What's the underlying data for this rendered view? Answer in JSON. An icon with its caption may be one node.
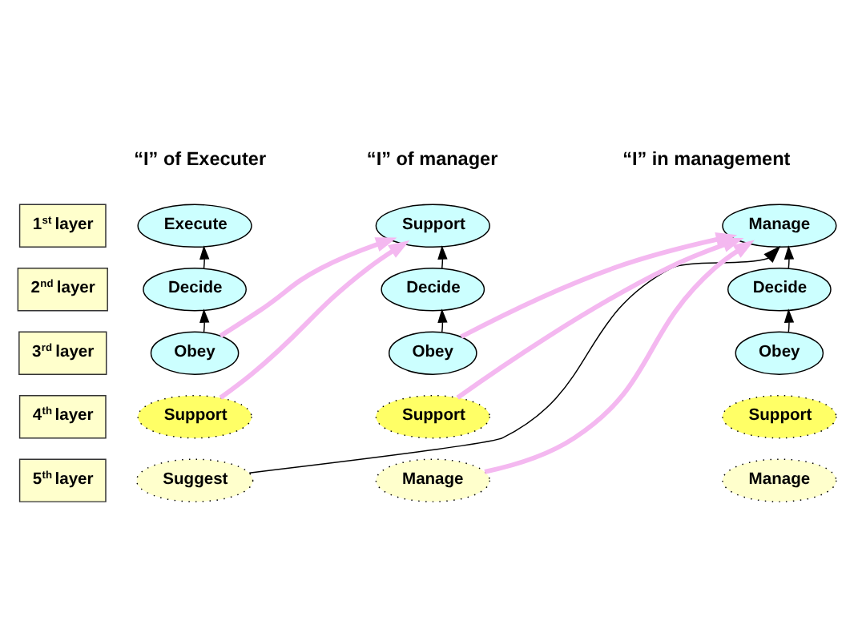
{
  "diagram": {
    "nodes": [
      {
        "text": [
          "1$^{st}$ layer"
        ]
      },
      {
        "text": [
          "2$^{nd}$ layer"
        ]
      },
      {
        "text": [
          "3$^{rd}$ layer"
        ]
      },
      {
        "text": [
          "4$^{th}$ layer"
        ]
      },
      {
        "text": [
          "5$^{th}$ layer"
        ]
      },
      {
        "text": [
          "Execute"
        ]
      },
      {
        "text": [
          "Decide"
        ]
      },
      {
        "text": [
          "Obey"
        ]
      },
      {
        "text": [
          "Support"
        ]
      },
      {
        "text": [
          "Suggest"
        ]
      },
      {
        "text": [
          "Support"
        ]
      },
      {
        "text": [
          "Decide"
        ]
      },
      {
        "text": [
          "Obey"
        ]
      },
      {
        "text": [
          "Support"
        ]
      },
      {
        "text": [
          "Manage"
        ]
      },
      {
        "text": [
          "Manage"
        ]
      },
      {
        "text": [
          "Decide"
        ]
      },
      {
        "text": [
          "Obey"
        ]
      },
      {
        "text": [
          "Support"
        ]
      },
      {
        "text": [
          "Manage"
        ]
      }
    ],
    "edges": [
      {
        "from": 6,
        "to": 5,
        "arrow": "to"
      },
      {
        "from": 7,
        "to": 6,
        "arrow": "to"
      },
      {
        "from": 7,
        "to": 10,
        "arrow": "to",
        "style": "thick",
        "color": "#f4b8f0"
      },
      {
        "from": 8,
        "to": 10,
        "arrow": "to",
        "style": "thick",
        "color": "#f4b8f0"
      },
      {
        "from": 11,
        "to": 10,
        "arrow": "to"
      },
      {
        "from": 12,
        "to": 11,
        "arrow": "to"
      },
      {
        "from": 12,
        "to": 15,
        "arrow": "to",
        "style": "thick",
        "color": "#f4b8f0"
      },
      {
        "from": 13,
        "to": 15,
        "arrow": "to",
        "style": "thick",
        "color": "#f4b8f0"
      },
      {
        "from": 14,
        "to": 15,
        "arrow": "to",
        "style": "thick",
        "color": "#f4b8f0"
      },
      {
        "from": 9,
        "to": 15,
        "arrow": "to"
      },
      {
        "from": 16,
        "to": 15,
        "arrow": "to"
      },
      {
        "from": 17,
        "to": 16,
        "arrow": "to"
      }
    ],
    "labels": [
      "“I” of Executer",
      "“I” of manager",
      "“I” in management"
    ]
  }
}
